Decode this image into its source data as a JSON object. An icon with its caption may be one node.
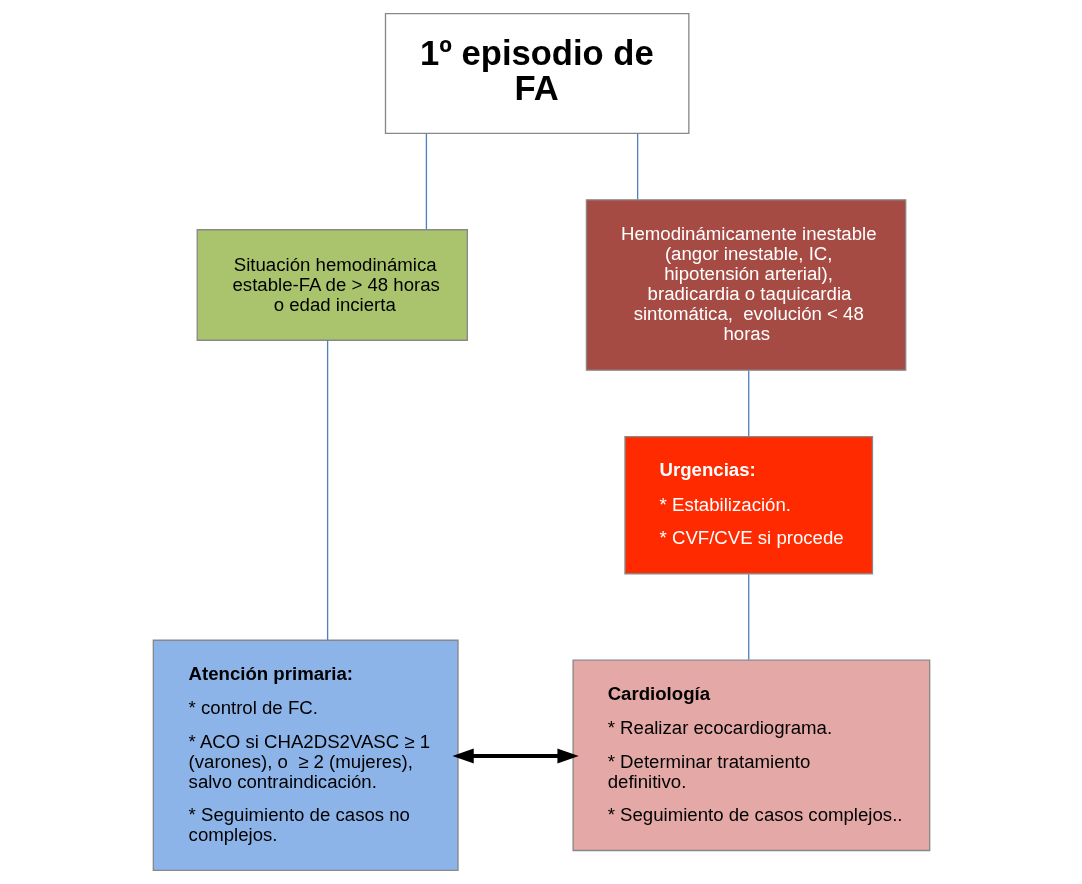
{
  "diagram": {
    "nodes": [
      {
        "text": [
          "1º episodio de FA"
        ]
      },
      {
        "text": [
          "Situación hemodinámica estable-FA de > 48 horas o edad incierta"
        ]
      },
      {
        "text": [
          "Hemodinámicamente inestable (angor inestable, IC, hipotensión arterial), bradicardia o taquicardia sintomática,  evolución < 48 horas"
        ]
      },
      {
        "text": [
          "Urgencias:",
          "* Estabilización.",
          "* CVF/CVE si procede"
        ]
      },
      {
        "text": [
          "Atención primaria:",
          "* control de FC.",
          "* ACO si CHA2DS2VASC ≥ 1 (varones), o  ≥ 2 (mujeres), salvo contraindicación.",
          "* Seguimiento de casos no complejos."
        ]
      },
      {
        "text": [
          "Cardiología",
          "* Realizar ecocardiograma.",
          "* Determinar tratamiento definitivo.",
          "* Seguimiento de casos complejos.."
        ]
      }
    ],
    "edges": [
      {
        "from": 0,
        "to": 1,
        "arrow": "none"
      },
      {
        "from": 0,
        "to": 2,
        "arrow": "none"
      },
      {
        "from": 2,
        "to": 3,
        "arrow": "none"
      },
      {
        "from": 1,
        "to": 4,
        "arrow": "none"
      },
      {
        "from": 3,
        "to": 5,
        "arrow": "none"
      },
      {
        "from": 4,
        "to": 5,
        "arrow": "both",
        "style": "thick",
        "color": "#000000"
      }
    ]
  }
}
